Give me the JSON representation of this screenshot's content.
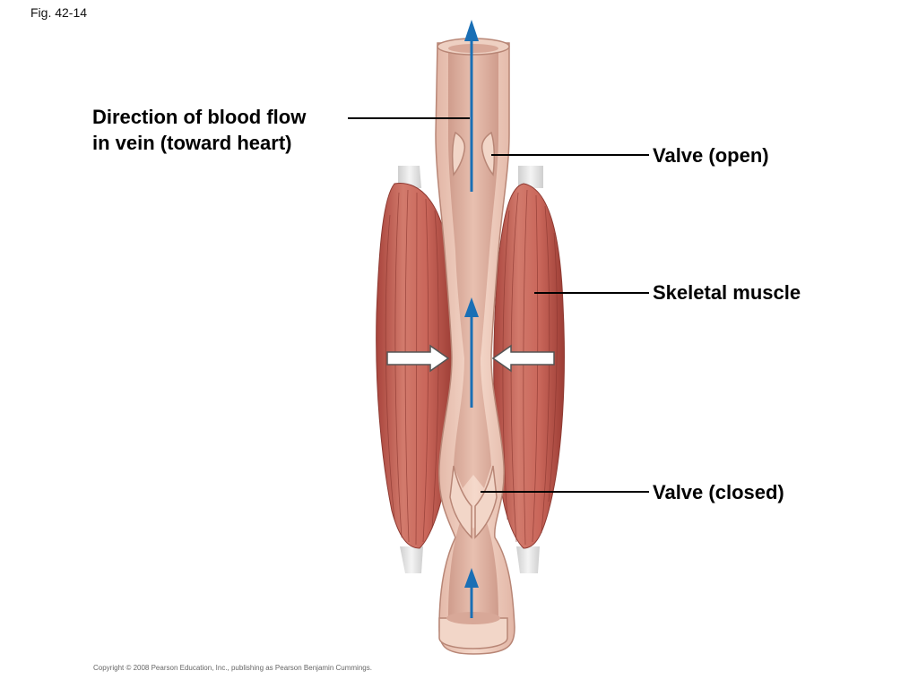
{
  "figure_label": "Fig. 42-14",
  "callouts": {
    "flow_line1": "Direction of blood flow",
    "flow_line2": "in vein (toward heart)",
    "valve_open": "Valve (open)",
    "skeletal_muscle": "Skeletal muscle",
    "valve_closed": "Valve (closed)"
  },
  "copyright": "Copyright © 2008 Pearson Education, Inc., publishing as Pearson Benjamin Cummings.",
  "colors": {
    "muscle": "#c9665a",
    "muscle_dark": "#a8443c",
    "vein_wall": "#f0d0c0",
    "vein_lumen": "#dfb0a0",
    "flow_arrow": "#1a6fb5"
  }
}
